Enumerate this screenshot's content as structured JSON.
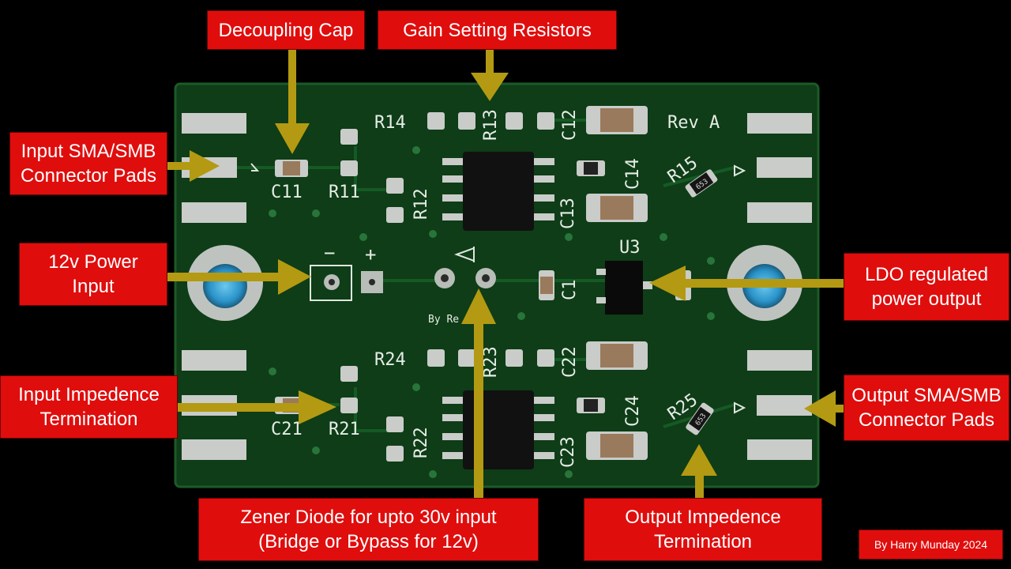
{
  "labels": {
    "decoupling_cap": [
      "Decoupling Cap"
    ],
    "gain_resistors": [
      "Gain Setting Resistors"
    ],
    "input_sma": [
      "Input SMA/SMB",
      "Connector Pads"
    ],
    "power_input": [
      "12v Power",
      "Input"
    ],
    "input_termination": [
      "Input Impedence",
      "Termination"
    ],
    "zener_diode": [
      "Zener Diode for upto 30v input",
      "(Bridge or Bypass for 12v)"
    ],
    "output_termination": [
      "Output Impedence",
      "Termination"
    ],
    "ldo_output": [
      "LDO regulated",
      "power output"
    ],
    "output_sma": [
      "Output SMA/SMB",
      "Connector Pads"
    ],
    "credit": "By Harry Munday 2024"
  },
  "silkscreen": {
    "r14": "R14",
    "r13": "R13",
    "c12": "C12",
    "rev": "Rev A",
    "c11": "C11",
    "r11": "R11",
    "r12": "R12",
    "c13": "C13",
    "c14": "C14",
    "r15": "R15",
    "u3": "U3",
    "c1": "C1",
    "minus": "−",
    "plus": "+",
    "by": "By Re",
    "r24": "R24",
    "r23": "R23",
    "c22": "C22",
    "c21": "C21",
    "r21": "R21",
    "r22": "R22",
    "c23": "C23",
    "c24": "C24",
    "r25": "R25",
    "marking_a": "653",
    "marking_b": "653"
  },
  "colors": {
    "board": "#0e3d17",
    "callout": "#e00d0d",
    "arrow": "#b39a12",
    "pad": "#c9ccc9",
    "hole": "#37a6d6"
  }
}
